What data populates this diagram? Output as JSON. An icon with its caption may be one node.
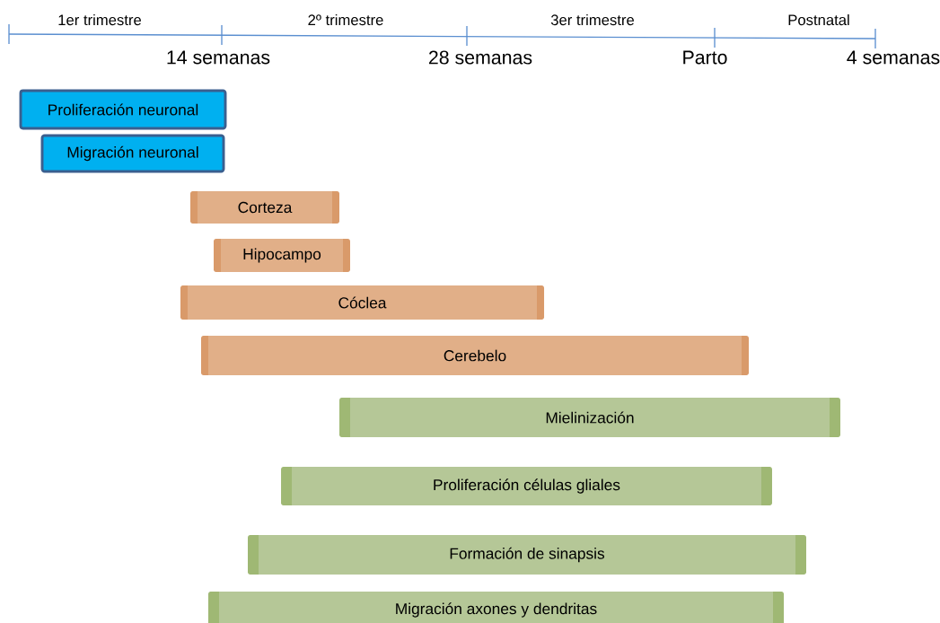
{
  "diagram": {
    "nodes": [
      {
        "text": [
          "Proliferación neuronal"
        ]
      },
      {
        "text": [
          "Migración neuronal"
        ]
      },
      {
        "text": [
          "Corteza"
        ]
      },
      {
        "text": [
          "Hipocampo"
        ]
      },
      {
        "text": [
          "Cóclea"
        ]
      },
      {
        "text": [
          "Cerebelo"
        ]
      },
      {
        "text": [
          "Mielinización"
        ]
      },
      {
        "text": [
          "Proliferación células gliales"
        ]
      },
      {
        "text": [
          "Formación de sinapsis"
        ]
      },
      {
        "text": [
          "Migración axones y dendritas"
        ]
      }
    ],
    "labels": [
      "1er trimestre",
      "2º trimestre",
      "3er trimestre",
      "Postnatal",
      "14 semanas",
      "28 semanas",
      "Parto",
      "4 semanas"
    ]
  }
}
